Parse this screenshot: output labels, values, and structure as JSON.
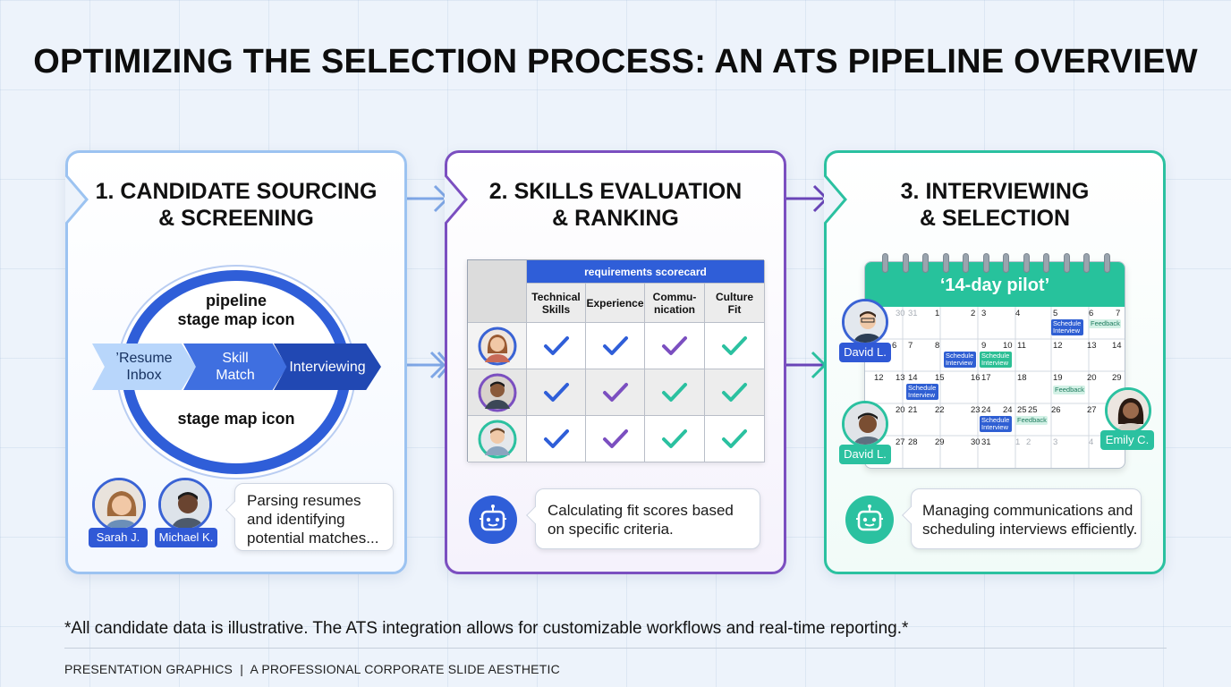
{
  "title": "OPTIMIZING THE SELECTION PROCESS: AN ATS PIPELINE OVERVIEW",
  "colors": {
    "blue": "#2f5ed8",
    "purple": "#7b4fc0",
    "teal": "#2bc1a0",
    "light_blue": "#9cc3f1"
  },
  "panel1": {
    "title_line1": "1. CANDIDATE SOURCING",
    "title_line2": "& SCREENING",
    "ring_top_line1": "pipeline",
    "ring_top_line2": "stage map icon",
    "ring_bottom": "stage map icon",
    "stages": [
      {
        "line1": "’Resume",
        "line2": "Inbox"
      },
      {
        "line1": "Skill",
        "line2": "Match"
      },
      {
        "line1": "Interviewing",
        "line2": ""
      }
    ],
    "candidates": [
      "Sarah J.",
      "Michael K."
    ],
    "bubble_line1": "Parsing resumes",
    "bubble_line2": "and identifying",
    "bubble_line3": "potential matches..."
  },
  "panel2": {
    "title_line1": "2. SKILLS EVALUATION",
    "title_line2": "& RANKING",
    "scorecard_title": "requirements scorecard",
    "columns": [
      {
        "line1": "Technical",
        "line2": "Skills"
      },
      {
        "line1": "Experience",
        "line2": ""
      },
      {
        "line1": "Commu-",
        "line2": "nication"
      },
      {
        "line1": "Culture",
        "line2": "Fit"
      }
    ],
    "rows": [
      {
        "checks": [
          "blue",
          "blue",
          "purple",
          "teal"
        ]
      },
      {
        "checks": [
          "blue",
          "purple",
          "teal",
          "teal"
        ]
      },
      {
        "checks": [
          "blue",
          "purple",
          "teal",
          "teal"
        ]
      }
    ],
    "bot_icon": "robot-icon",
    "bubble_line1": "Calculating fit scores based",
    "bubble_line2": "on specific criteria."
  },
  "panel3": {
    "title_line1": "3. INTERVIEWING",
    "title_line2": "& SELECTION",
    "calendar_title": "‘14-day pilot’",
    "calendar_weeks": [
      [
        "30",
        "31",
        "1",
        "2",
        "3",
        "4",
        "5",
        "6",
        "7"
      ],
      [
        "6",
        "7",
        "8",
        "9",
        "10",
        "11",
        "12",
        "13",
        "14"
      ],
      [
        "12",
        "13",
        "14",
        "15",
        "16",
        "17",
        "18",
        "19",
        "20",
        "29"
      ],
      [
        "20",
        "21",
        "22",
        "23",
        "24",
        "24",
        "25",
        "25",
        "26",
        "27"
      ],
      [
        "27",
        "28",
        "29",
        "30",
        "31",
        "1",
        "2",
        "3",
        "4"
      ]
    ],
    "events": {
      "schedule_interview_1": "Schedule Interview",
      "feedback_1": "Feedback",
      "schedule_interview_2": "Schedule Interview",
      "schedule_interview_3": "Schedule Interview",
      "schedule_interview_4": "Schedule Interview",
      "feedback_2": "Feedback",
      "schedule_interview_5": "Schedule Interview",
      "feedback_3": "Feedback"
    },
    "people": [
      "David L.",
      "David L.",
      "Emily C."
    ],
    "bubble_line1": "Managing communications and",
    "bubble_line2": "scheduling interviews efficiently."
  },
  "footnote": "*All candidate data is illustrative. The ATS integration allows for customizable workflows and real-time reporting.*",
  "footer": "PRESENTATION GRAPHICS  |  A PROFESSIONAL CORPORATE SLIDE AESTHETIC"
}
